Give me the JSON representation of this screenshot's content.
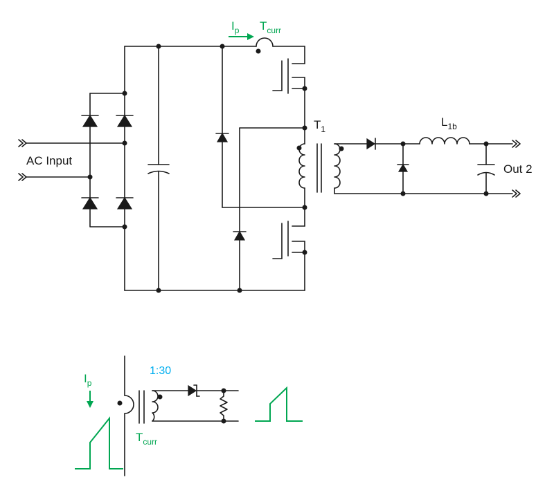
{
  "labels": {
    "ac_input": "AC Input",
    "out_2": "Out 2",
    "t1_main": "T",
    "t1_sub": "1",
    "l1b_main": "L",
    "l1b_sub": "1b",
    "ip_main": "I",
    "ip_sub": "p",
    "tcurr_main": "T",
    "tcurr_sub": "curr",
    "ratio": "1:30"
  },
  "colors": {
    "wire": "#1a1a1a",
    "current_sense": "#00a651",
    "ratio": "#00aeef"
  }
}
